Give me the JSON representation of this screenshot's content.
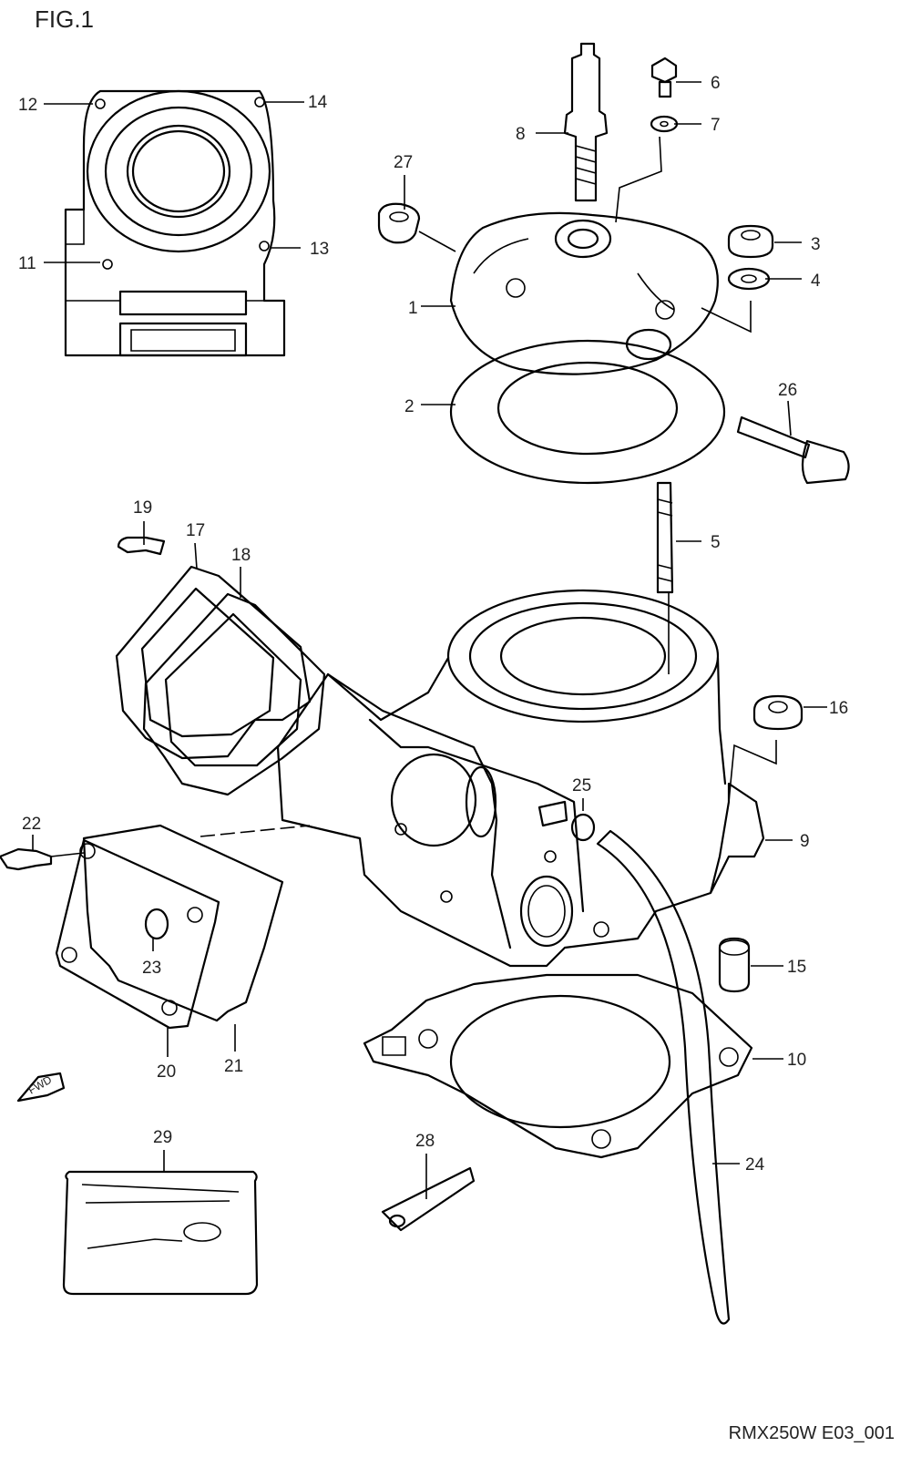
{
  "title": "FIG.1",
  "footer": "RMX250W E03_001",
  "fwd_badge": "FWD",
  "callouts": {
    "c1": "1",
    "c2": "2",
    "c3": "3",
    "c4": "4",
    "c5": "5",
    "c6": "6",
    "c7": "7",
    "c8": "8",
    "c9": "9",
    "c10": "10",
    "c11": "11",
    "c12": "12",
    "c13": "13",
    "c14": "14",
    "c15": "15",
    "c16": "16",
    "c17": "17",
    "c18": "18",
    "c19": "19",
    "c20": "20",
    "c21": "21",
    "c22": "22",
    "c23": "23",
    "c24": "24",
    "c25": "25",
    "c26": "26",
    "c27": "27",
    "c28": "28",
    "c29": "29"
  }
}
